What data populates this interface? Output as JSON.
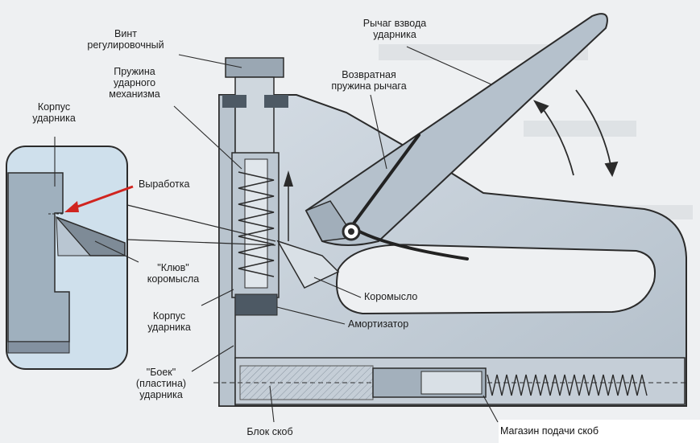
{
  "labels": {
    "adjust_screw": "Винт\nрегулировочный",
    "lever": "Рычаг взвода\nударника",
    "impact_spring": "Пружина\nударного\nмеханизма",
    "return_spring": "Возвратная\nпружина рычага",
    "striker_body_top": "Корпус\nударника",
    "wear": "Выработка",
    "beak": "\"Клюв\"\nкоромысла",
    "rocker": "Коромысло",
    "striker_body_bottom": "Корпус\nударника",
    "damper": "Амортизатор",
    "striker_blade": "\"Боек\"\n(пластина)\nударника",
    "staple_block": "Блок скоб",
    "magazine": "Магазин подачи скоб"
  },
  "colors": {
    "steel_light": "#c9d3dc",
    "steel_mid": "#a9b6c2",
    "steel_dark": "#7e8b97",
    "outline": "#2b2b2b",
    "inset_fill": "#cfe0ec",
    "wear_arrow": "#d0241f",
    "background": "#eef0f2"
  }
}
